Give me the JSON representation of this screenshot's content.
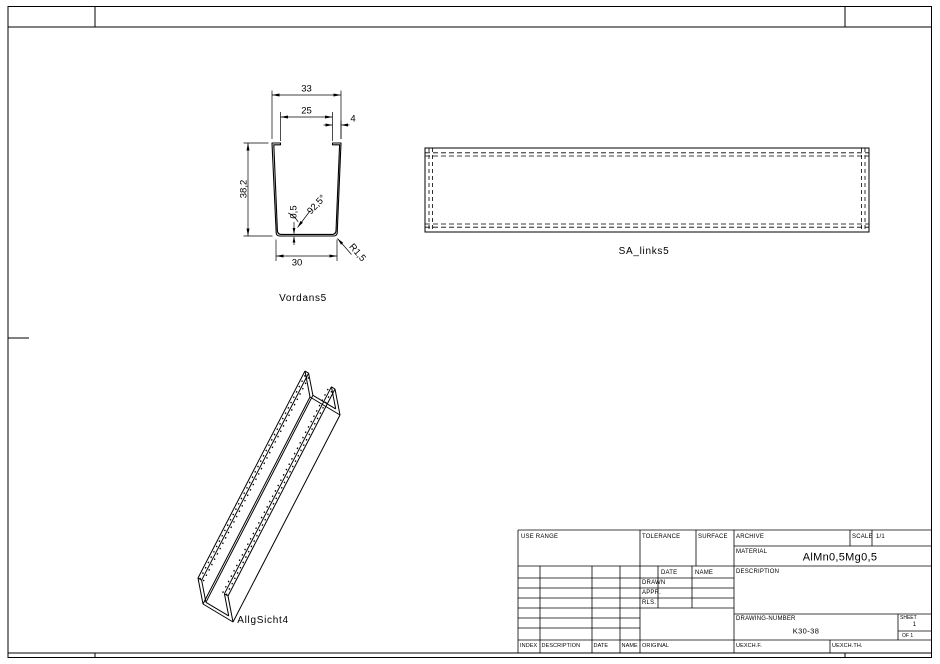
{
  "colors": {
    "ink": "#000000",
    "paper": "#ffffff"
  },
  "front_view": {
    "label": "Vordans5",
    "dim_top_width": "33",
    "dim_inner_width": "25",
    "dim_lip_width": "4",
    "dim_height": "38,2",
    "dim_thickness": "0,5",
    "dim_angle": "92,5°",
    "dim_bottom_width": "30",
    "dim_radius": "R1,5"
  },
  "side_view": {
    "label": "SA_links5"
  },
  "iso_view": {
    "label": "AllgSicht4"
  },
  "title_block": {
    "use_range": "USE RANGE",
    "tolerance": "TOLERANCE",
    "surface": "SURFACE",
    "archive": "ARCHIVE",
    "scale_label": "SCALE",
    "scale_value": "1/1",
    "material_label": "MATERIAL",
    "material_value": "AlMn0,5Mg0,5",
    "description_label": "DESCRIPTION",
    "date_label": "DATE",
    "name_label": "NAME",
    "drawn_label": "DRAWN",
    "appr_label": "APPR.",
    "rls_label": "RLS.",
    "drawing_number_label": "DRAWING-NUMBER",
    "drawing_number_value": "K30-38",
    "sheet_label": "SHEET",
    "sheet_value": "1",
    "of_value": "OF 1",
    "index_label": "INDEX",
    "rev_description_label": "DESCRIPTION",
    "rev_date_label": "DATE",
    "rev_name_label": "NAME",
    "original_label": "ORIGINAL",
    "uexchf_label": "UEXCH.F.",
    "uexchth_label": "UEXCH.TH."
  }
}
